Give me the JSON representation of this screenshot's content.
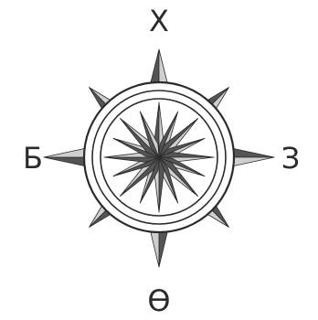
{
  "compass": {
    "labels": {
      "north": "Х",
      "south": "Ө",
      "west": "Б",
      "east": "З"
    },
    "colors": {
      "ink": "#2b2b2b",
      "dark": "#555555",
      "light": "#cfcfcf",
      "paper": "#ffffff"
    }
  }
}
